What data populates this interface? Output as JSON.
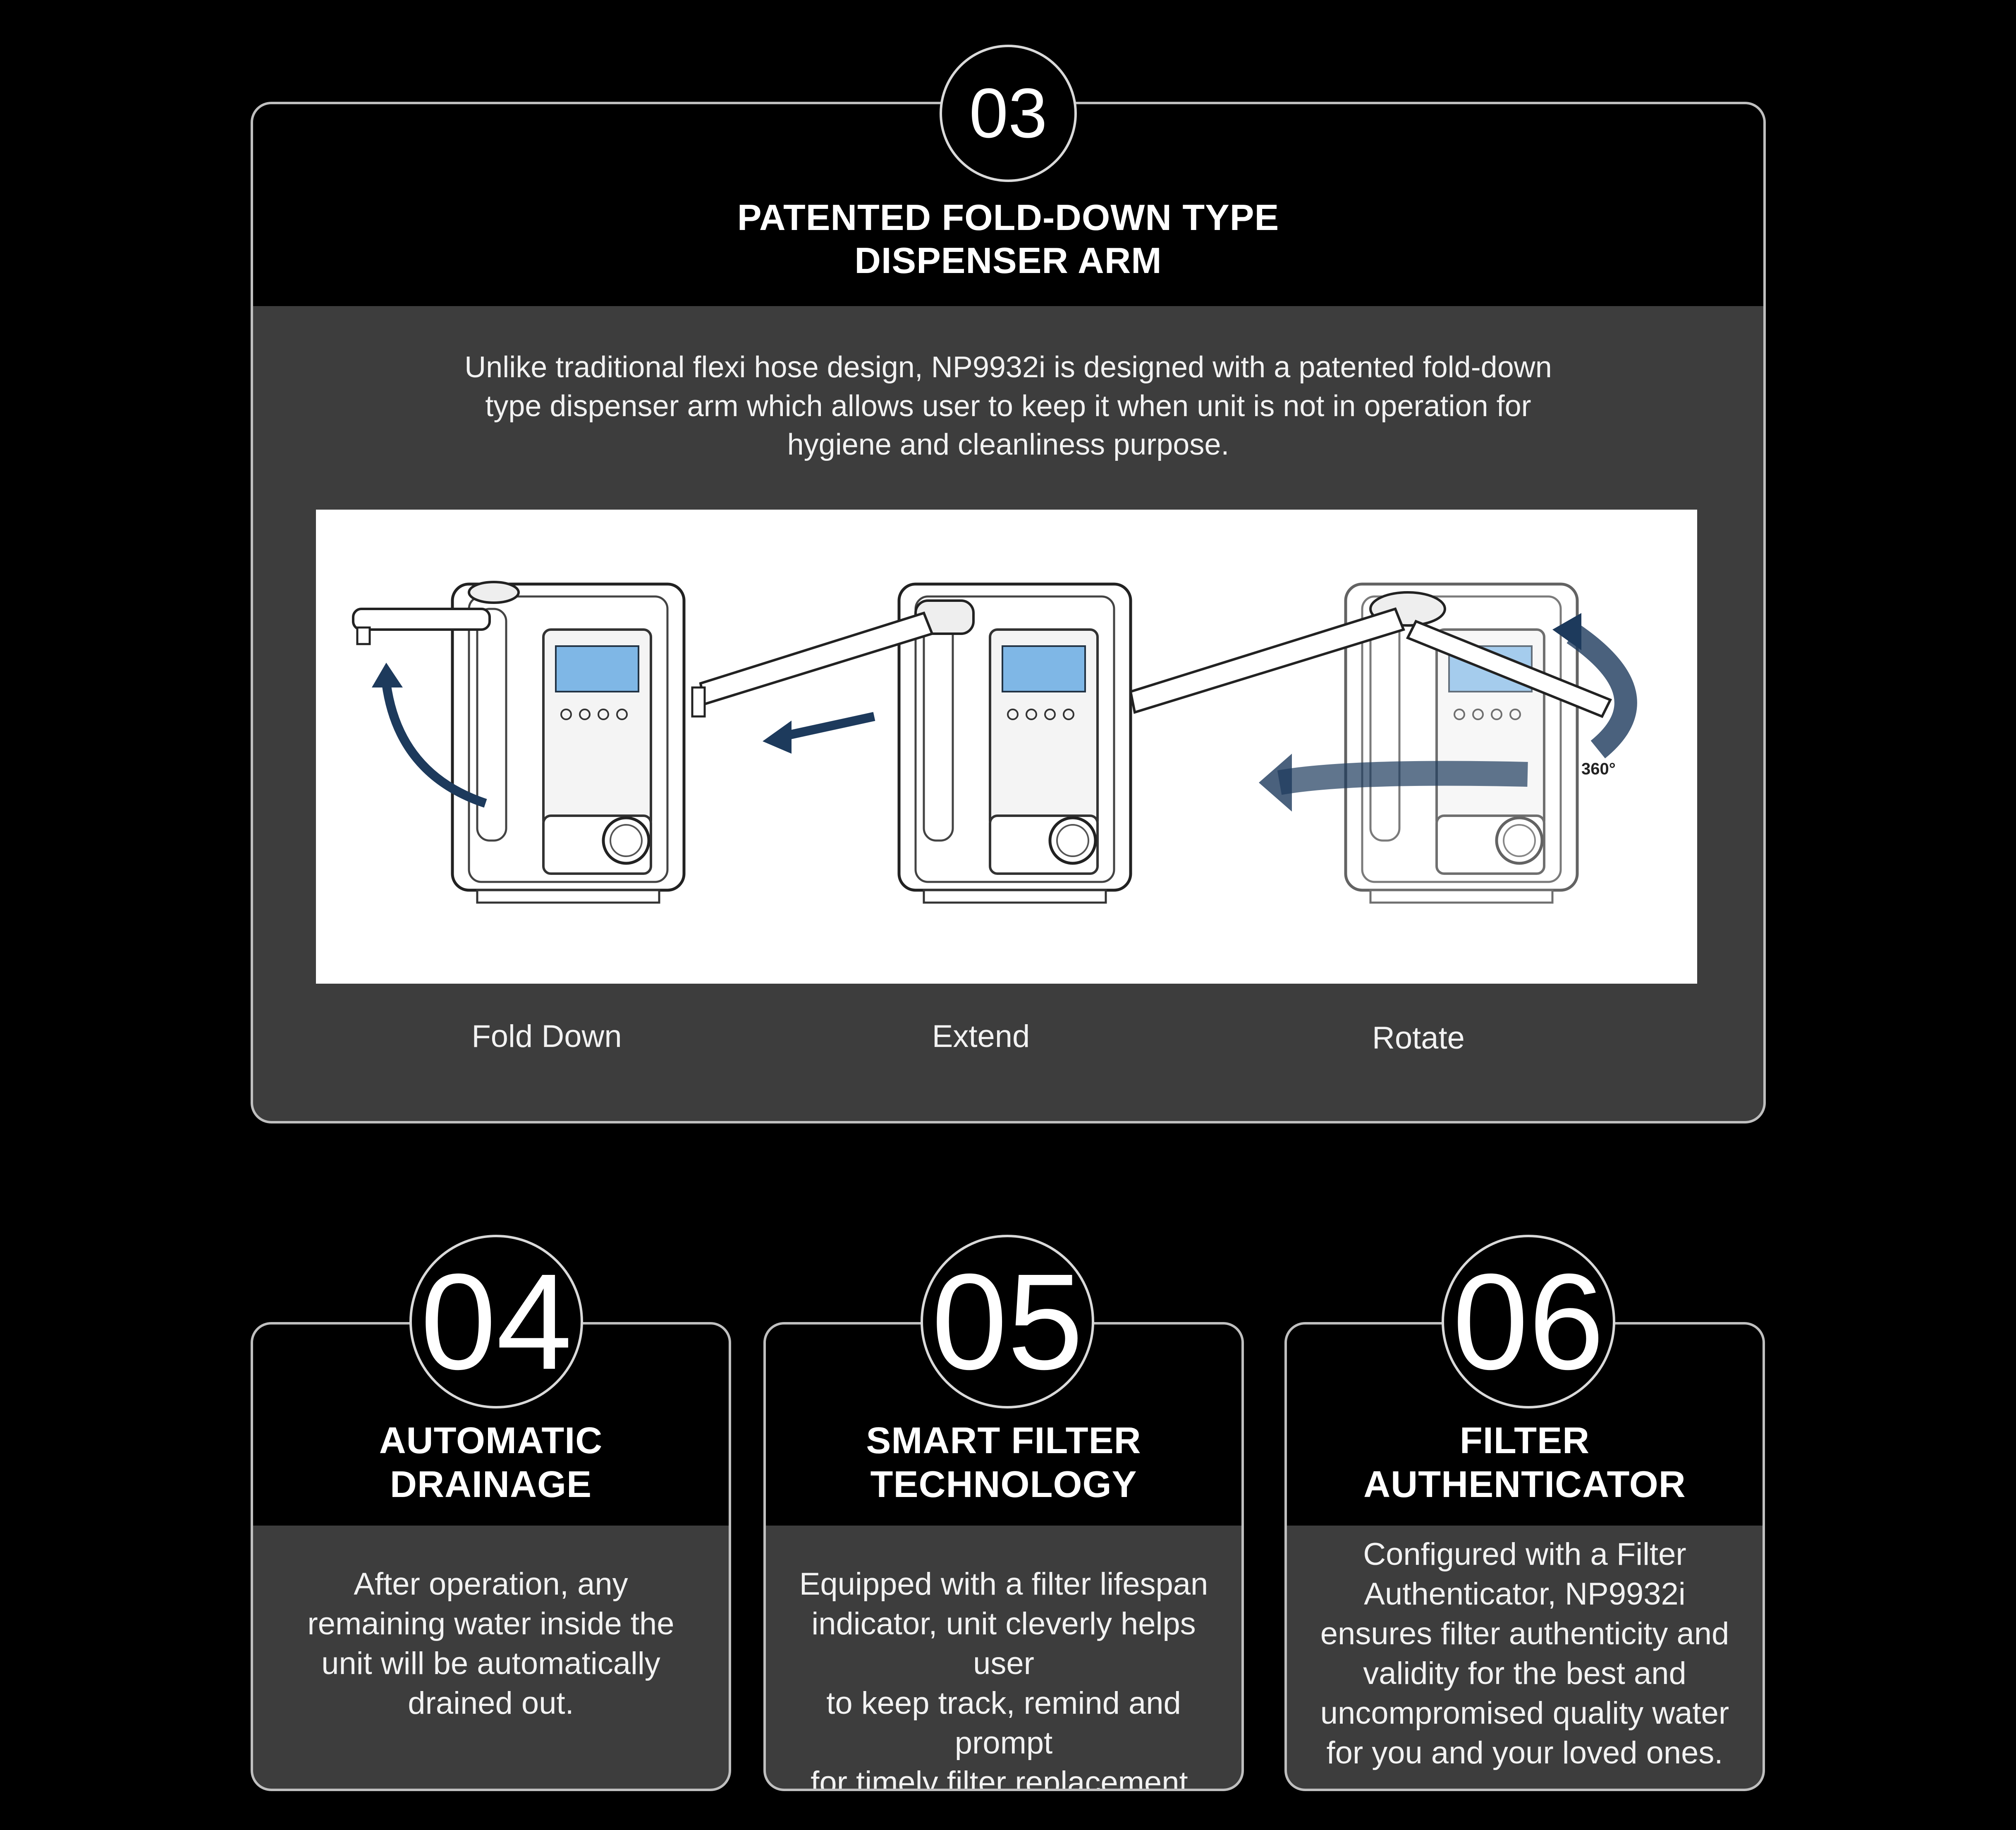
{
  "feature03": {
    "number": "03",
    "title_line1": "PATENTED FOLD-DOWN TYPE",
    "title_line2": "DISPENSER ARM",
    "body_line1": "Unlike traditional flexi hose design, NP9932i is designed with a patented fold-down",
    "body_line2": "type dispenser arm which allows user to keep it when unit is not in operation for",
    "body_line3": "hygiene and cleanliness purpose.",
    "captions": [
      "Fold Down",
      "Extend",
      "Rotate"
    ],
    "rotate_label": "360°"
  },
  "feature04": {
    "number": "04",
    "title_line1": "AUTOMATIC",
    "title_line2": "DRAINAGE",
    "body_lines": [
      "After operation, any",
      "remaining water inside the",
      "unit will be automatically",
      "drained out."
    ]
  },
  "feature05": {
    "number": "05",
    "title_line1": "SMART FILTER",
    "title_line2": "TECHNOLOGY",
    "body_lines": [
      "Equipped with a filter lifespan",
      "indicator, unit cleverly helps user",
      "to keep track, remind and prompt",
      "for timely filter replacement."
    ]
  },
  "feature06": {
    "number": "06",
    "title_line1": "FILTER",
    "title_line2": "AUTHENTICATOR",
    "body_lines": [
      "Configured with a Filter",
      "Authenticator, NP9932i",
      "ensures filter authenticity and",
      "validity for the best and",
      "uncompromised quality water",
      "for you and your loved ones."
    ]
  },
  "colors": {
    "background": "#000000",
    "card_fill": "#3d3d3d",
    "border": "#bfbfbf",
    "arrow": "#1d3a5c"
  }
}
